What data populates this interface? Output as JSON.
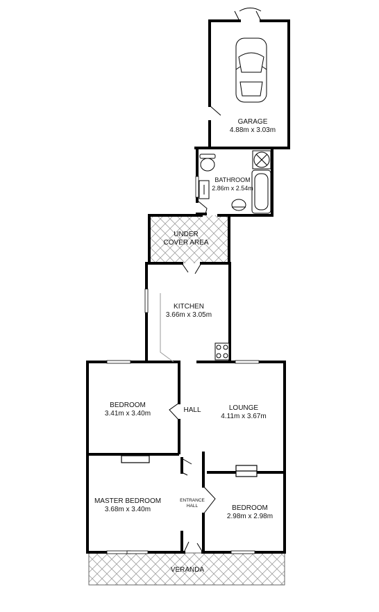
{
  "rooms": {
    "garage": {
      "name": "GARAGE",
      "dims": "4.88m x 3.03m"
    },
    "bathroom": {
      "name": "BATHROOM",
      "dims": "2.86m x 2.54m"
    },
    "under_cover": {
      "name_line1": "UNDER",
      "name_line2": "COVER AREA"
    },
    "kitchen": {
      "name": "KITCHEN",
      "dims": "3.66m x 3.05m"
    },
    "bedroom1": {
      "name": "BEDROOM",
      "dims": "3.41m x 3.40m"
    },
    "hall": {
      "name": "HALL"
    },
    "lounge": {
      "name": "LOUNGE",
      "dims": "4.11m x 3.67m"
    },
    "master_bedroom": {
      "name": "MASTER BEDROOM",
      "dims": "3.68m x 3.40m"
    },
    "entrance_hall": {
      "name_line1": "ENTRANCE",
      "name_line2": "HALL"
    },
    "bedroom2": {
      "name": "BEDROOM",
      "dims": "2.98m x 2.98m"
    },
    "veranda": {
      "name": "VERANDA"
    }
  },
  "colors": {
    "wall": "#000000",
    "hatch": "#9a9a9a",
    "background": "#ffffff"
  },
  "icons": [
    "car-icon",
    "toilet-icon",
    "shower-icon",
    "bathtub-icon",
    "basin-icon",
    "vanity-icon",
    "stove-icon",
    "window-icon",
    "door-swing-icon"
  ]
}
